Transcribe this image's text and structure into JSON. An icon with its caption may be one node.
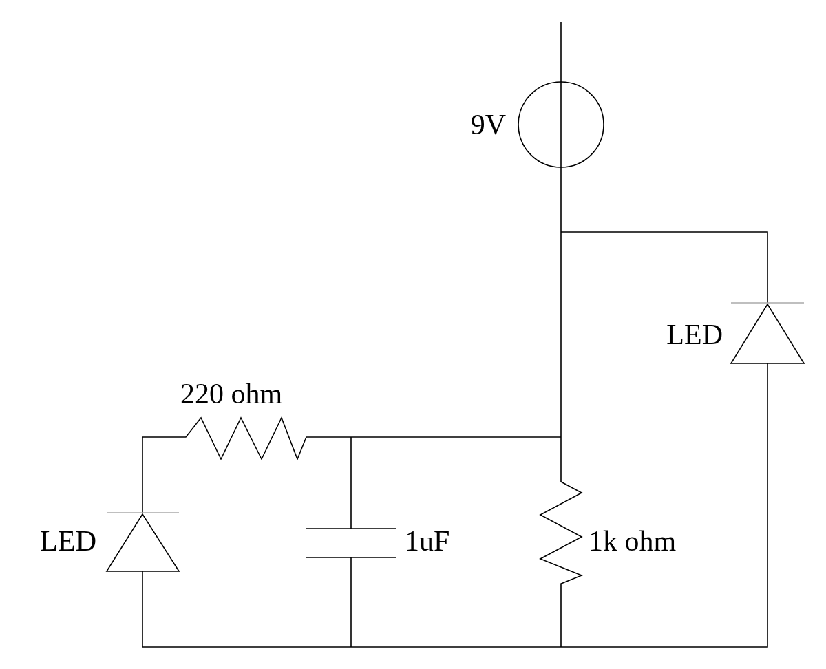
{
  "diagram": {
    "labels": [
      "9V",
      "LED",
      "220 ohm",
      "LED",
      "1uF",
      "1k ohm"
    ]
  }
}
